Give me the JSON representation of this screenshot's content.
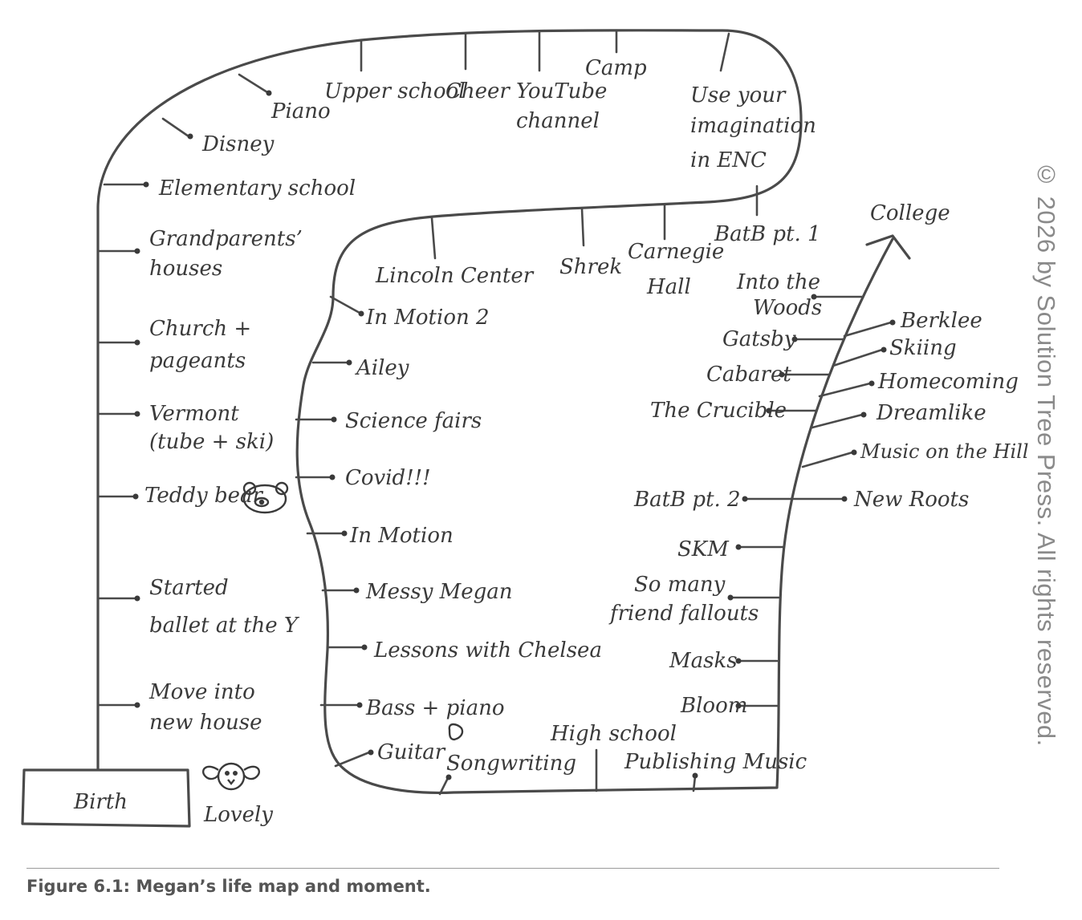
{
  "caption": "Figure 6.1: Megan’s life map and moment.",
  "copyright": "© 2026 by Solution Tree Press. All rights reserved.",
  "start_box": "Birth",
  "lovely": "Lovely",
  "labels": {
    "move": [
      "Move into",
      "new house"
    ],
    "ballet": [
      "Started",
      "ballet at the Y"
    ],
    "teddy": "Teddy bear",
    "vermont": [
      "Vermont",
      "(tube + ski)"
    ],
    "church": [
      "Church +",
      "pageants"
    ],
    "grandparents": [
      "Grandparents’",
      "houses"
    ],
    "elementary": "Elementary school",
    "disney": "Disney",
    "piano": "Piano",
    "upper": "Upper school",
    "cheer": "Cheer",
    "youtube": [
      "YouTube",
      "channel"
    ],
    "camp": "Camp",
    "enc": [
      "Use your",
      "imagination",
      "in ENC"
    ],
    "batb1": "BatB pt. 1",
    "carnegie": [
      "Carnegie",
      "Hall"
    ],
    "shrek": "Shrek",
    "lincoln": "Lincoln Center",
    "inmotion2": "In Motion 2",
    "ailey": "Ailey",
    "science": "Science fairs",
    "covid": "Covid!!!",
    "inmotion": "In Motion",
    "messy": "Messy Megan",
    "lessons": "Lessons with Chelsea",
    "bass": "Bass + piano",
    "guitar": "Guitar",
    "songwriting": "Songwriting",
    "highschool": "High school",
    "publishing": "Publishing Music",
    "bloom": "Bloom",
    "masks": "Masks",
    "fallouts": [
      "So many",
      "friend fallouts"
    ],
    "skm": "SKM",
    "batb2": "BatB pt. 2",
    "newroots": "New Roots",
    "musichill": "Music on the Hill",
    "crucible": "The Crucible",
    "dreamlike": "Dreamlike",
    "cabaret": "Cabaret",
    "homecoming": "Homecoming",
    "gatsby": "Gatsby",
    "skiing": "Skiing",
    "berklee": "Berklee",
    "woods": [
      "Into the",
      "Woods"
    ],
    "college": "College"
  }
}
